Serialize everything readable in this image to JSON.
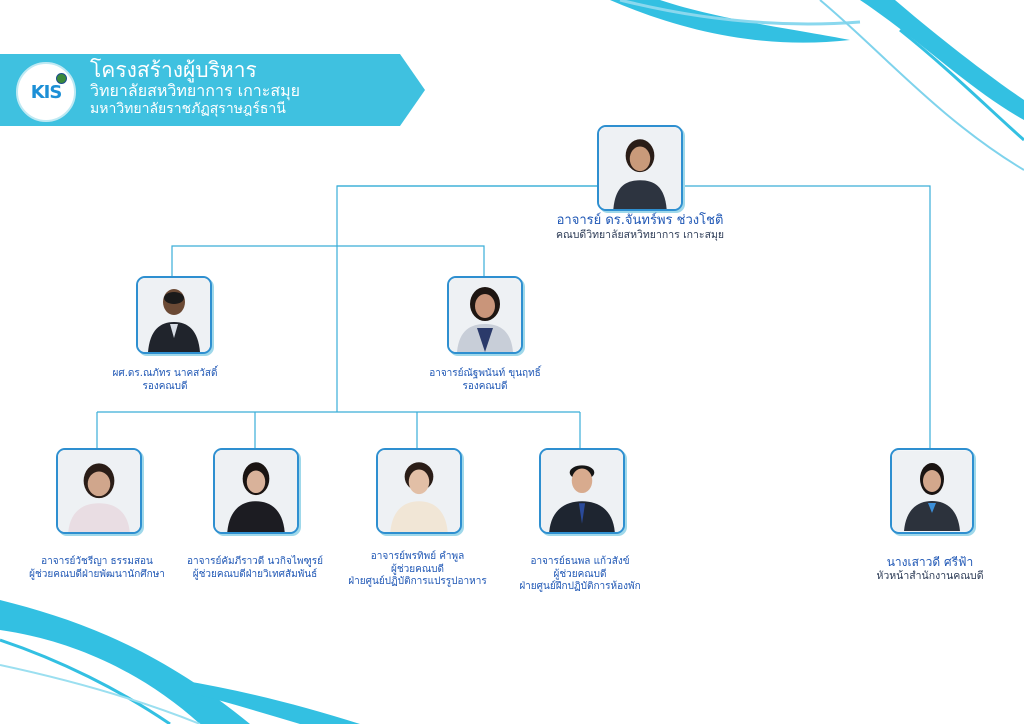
{
  "header": {
    "title": "โครงสร้างผู้บริหาร",
    "subtitle1": "วิทยาลัยสหวิทยาการ เกาะสมุย",
    "subtitle2": "มหาวิทยาลัยราชภัฏสุราษฎร์ธานี",
    "logo_text": "KIS"
  },
  "colors": {
    "accent": "#3fc1e0",
    "frame": "#2e8fd0",
    "text": "#1f57b5"
  },
  "people": {
    "dean": {
      "name": "อาจารย์ ดร.จันทร์พร ช่วงโชติ",
      "role": "คณบดีวิทยาลัยสหวิทยาการ เกาะสมุย"
    },
    "vice1": {
      "name": "ผศ.ดร.ณภัทร นาคสวัสดิ์",
      "role": "รองคณบดี"
    },
    "vice2": {
      "name": "อาจารย์ณัฐพนันท์ ขุนฤทธิ์",
      "role": "รองคณบดี"
    },
    "asst1": {
      "name": "อาจารย์วัชรีญา ธรรมสอน",
      "role": "ผู้ช่วยคณบดีฝ่ายพัฒนานักศึกษา"
    },
    "asst2": {
      "name": "อาจารย์คัมภีราวดี นวกิจไพฑูรย์",
      "role": "ผู้ช่วยคณบดีฝ่ายวิเทศสัมพันธ์"
    },
    "asst3": {
      "name": "อาจารย์พรทิพย์ คำพูล",
      "role": "ผู้ช่วยคณบดี",
      "role2": "ฝ่ายศูนย์ปฏิบัติการแปรรูปอาหาร"
    },
    "asst4": {
      "name": "อาจารย์ธนพล แก้วสังข์",
      "role": "ผู้ช่วยคณบดี",
      "role2": "ฝ่ายศูนย์ฝึกปฏิบัติการห้องพัก"
    },
    "staff": {
      "name": "นางเสาวดี ศรีฟ้า",
      "role": "หัวหน้าสำนักงานคณบดี"
    }
  }
}
